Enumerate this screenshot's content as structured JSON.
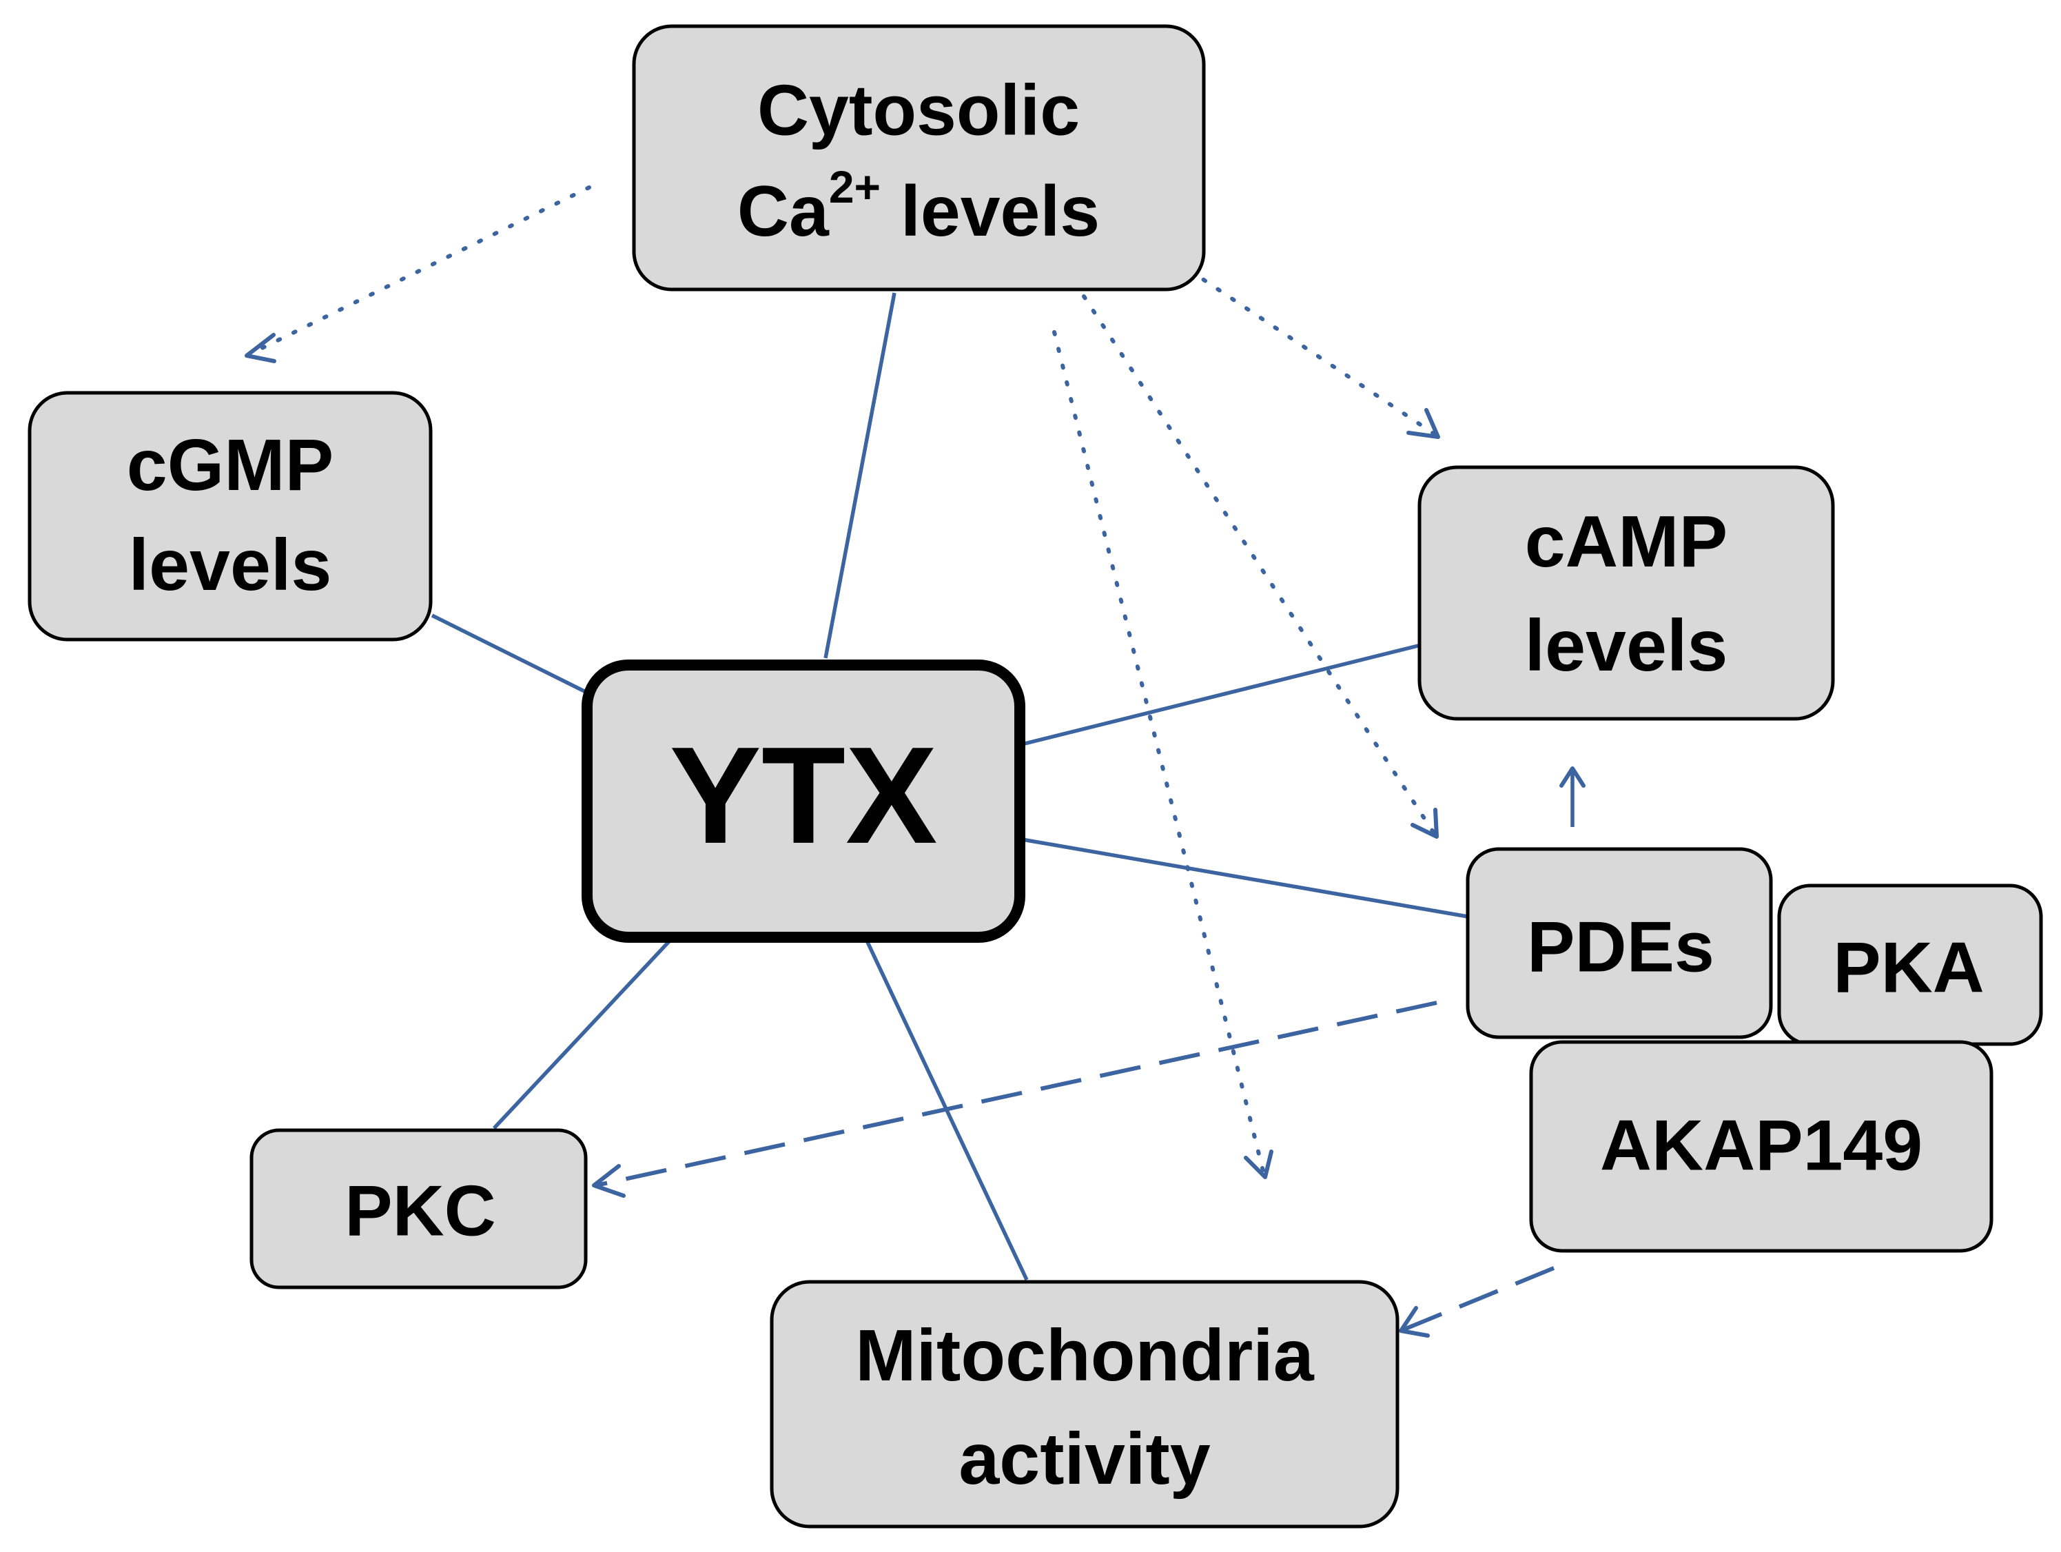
{
  "colors": {
    "node_fill": "#d9d9d9",
    "node_stroke": "#000000",
    "edge": "#3b64a0"
  },
  "nodes": {
    "cytosolic": {
      "line1": "Cytosolic",
      "line2_prefix": "Ca",
      "line2_sup": "2+",
      "line2_suffix": " levels"
    },
    "cgmp": {
      "line1": "cGMP",
      "line2": "levels"
    },
    "camp": {
      "line1": "cAMP",
      "line2": "levels"
    },
    "ytx": {
      "label": "YTX"
    },
    "pdes": {
      "label": "PDEs"
    },
    "pka": {
      "label": "PKA"
    },
    "akap": {
      "label": "AKAP149"
    },
    "pkc": {
      "label": "PKC"
    },
    "mito": {
      "line1": "Mitochondria",
      "line2": "activity"
    }
  },
  "edges": [
    {
      "from": "ytx",
      "to": "cytosolic",
      "style": "solid"
    },
    {
      "from": "ytx",
      "to": "cgmp",
      "style": "solid"
    },
    {
      "from": "ytx",
      "to": "camp",
      "style": "solid"
    },
    {
      "from": "ytx",
      "to": "pdes",
      "style": "solid"
    },
    {
      "from": "ytx",
      "to": "pkc",
      "style": "solid"
    },
    {
      "from": "ytx",
      "to": "mito",
      "style": "solid"
    },
    {
      "from": "pdes",
      "to": "camp",
      "style": "arrow"
    },
    {
      "from": "cytosolic",
      "to": "cgmp",
      "style": "dotted-arrow"
    },
    {
      "from": "cytosolic",
      "to": "camp",
      "style": "dotted-arrow"
    },
    {
      "from": "cytosolic",
      "to": "pdes",
      "style": "dotted-arrow"
    },
    {
      "from": "cytosolic",
      "to": "mito",
      "style": "dotted-arrow"
    },
    {
      "from": "pdes",
      "to": "pkc",
      "style": "dashed-arrow"
    },
    {
      "from": "akap",
      "to": "mito",
      "style": "dashed-arrow"
    }
  ]
}
